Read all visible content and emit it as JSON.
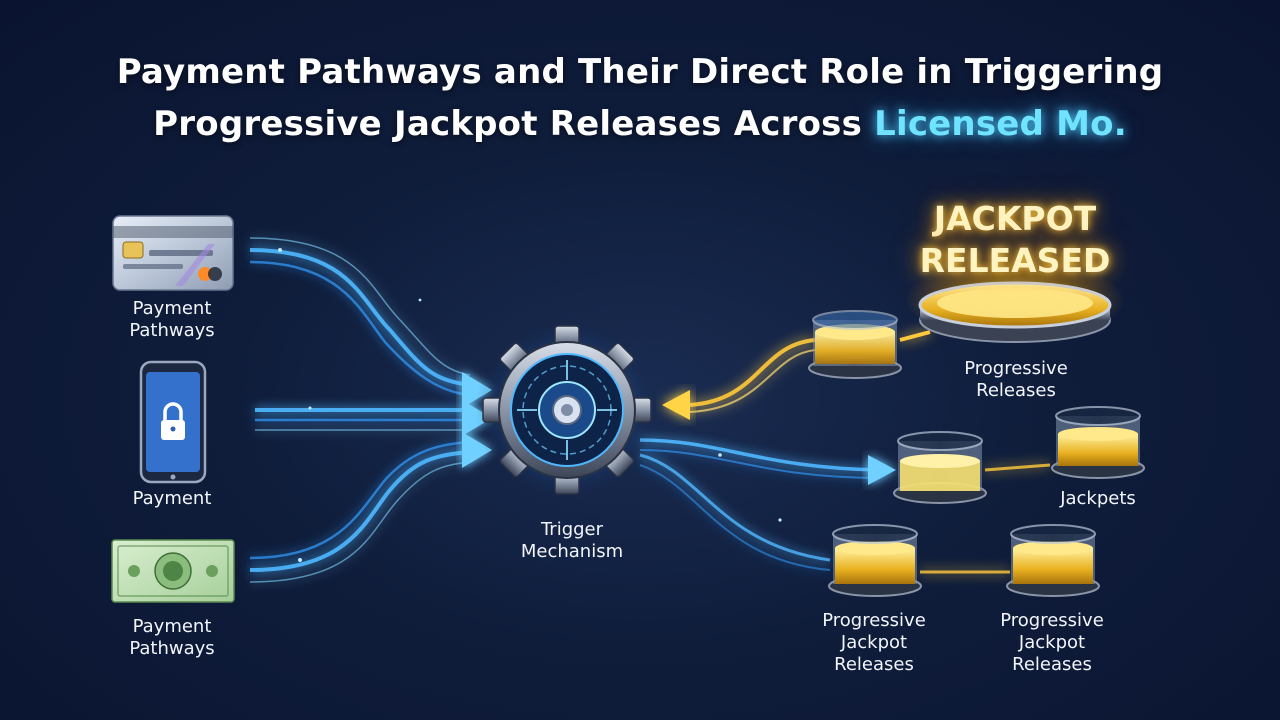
{
  "title": {
    "line1": "Payment Pathways and Their Direct Role in Triggering",
    "line2_main": "Progressive Jackpot Releases Across ",
    "line2_accent": "Licensed Mo."
  },
  "jackpot_banner": {
    "line1": "JACKPOT",
    "line2": "RELEASED"
  },
  "left_labels": {
    "card": {
      "line1": "Payment",
      "line2": "Pathways"
    },
    "phone": {
      "line1": "Payment"
    },
    "cash": {
      "line1": "Payment",
      "line2": "Pathways"
    }
  },
  "trigger_label": {
    "line1": "Trigger",
    "line2": "Mechanism"
  },
  "right_labels": {
    "progressive_releases": {
      "line1": "Progressive",
      "line2": "Releases"
    },
    "jackpets": {
      "line1": "Jackpets"
    },
    "pj_releases_left": {
      "line1": "Progressive",
      "line2": "Jackpot",
      "line3": "Releases"
    },
    "pj_releases_right": {
      "line1": "Progressive",
      "line2": "Jackpot",
      "line3": "Releases"
    }
  },
  "colors": {
    "background": "#0f1d3b",
    "blue_flow": "#4fb8ff",
    "gold_flow": "#ffc93a",
    "accent_text": "#6fe3ff"
  },
  "icons": [
    "credit-card-icon",
    "smartphone-lock-icon",
    "banknote-icon",
    "gear-icon",
    "jackpot-pot-icon"
  ]
}
